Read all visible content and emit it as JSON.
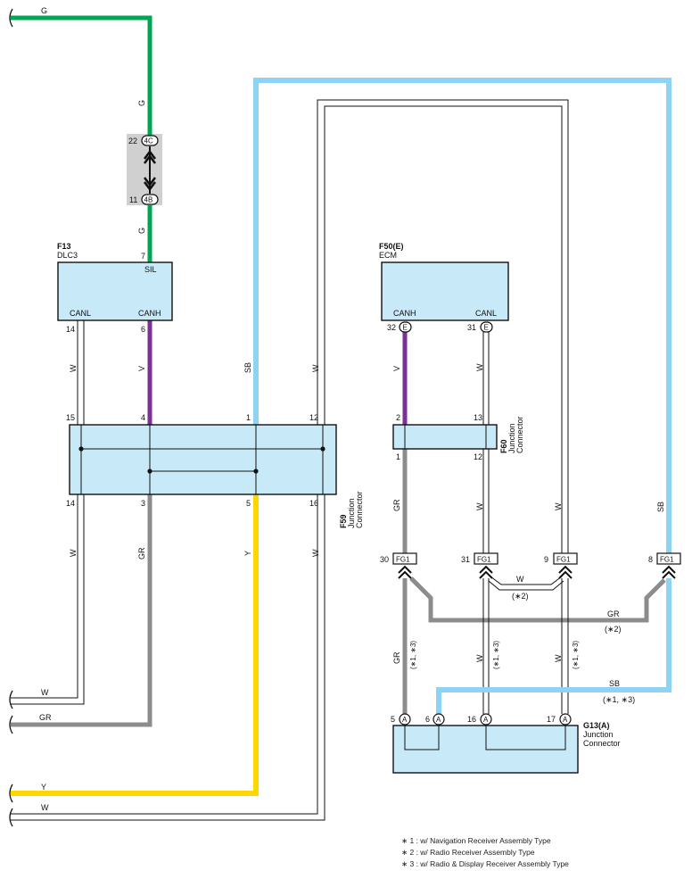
{
  "components": {
    "f13": {
      "code": "F13",
      "name": "DLC3",
      "pins": {
        "sil": "SIL",
        "canl": "CANL",
        "canh": "CANH"
      }
    },
    "f50": {
      "code": "F50(E)",
      "name": "ECM",
      "pins": {
        "canh": "CANH",
        "canl": "CANL"
      }
    },
    "f59": {
      "code": "F59",
      "name_line1": "Junction",
      "name_line2": "Connector"
    },
    "f60": {
      "code": "F60",
      "name_line1": "Junction",
      "name_line2": "Connector"
    },
    "g13": {
      "code": "G13(A)",
      "name_line1": "Junction",
      "name_line2": "Connector"
    }
  },
  "connectors": {
    "c4c": {
      "label": "4C",
      "pin": "22"
    },
    "c4b": {
      "label": "4B",
      "pin": "11"
    },
    "ecm_e": "E",
    "g13_a": "A",
    "fg1": "FG1"
  },
  "pin_numbers": {
    "f13_sil": "7",
    "f13_canl": "14",
    "f13_canh": "6",
    "f59_t15": "15",
    "f59_t4": "4",
    "f59_t1": "1",
    "f59_t12": "12",
    "f59_b14": "14",
    "f59_b3": "3",
    "f59_b5": "5",
    "f59_b16": "16",
    "f50_canh": "32",
    "f50_canl": "31",
    "f60_t2": "2",
    "f60_t13": "13",
    "f60_b1": "1",
    "f60_b12": "12",
    "fg_30": "30",
    "fg_31": "31",
    "fg_9": "9",
    "fg_8": "8",
    "g13_5": "5",
    "g13_6": "6",
    "g13_16": "16",
    "g13_17": "17"
  },
  "wire_labels": {
    "g": "G",
    "v": "V",
    "w": "W",
    "sb": "SB",
    "gr": "GR",
    "y": "Y"
  },
  "variant_tags": {
    "v2": "(∗2)",
    "v13": "(∗1, ∗3)"
  },
  "notes": [
    "∗ 1 : w/ Navigation Receiver Assembly Type",
    "∗ 2 : w/ Radio Receiver Assembly Type",
    "∗ 3 : w/ Radio & Display Receiver Assembly Type"
  ],
  "colors": {
    "green": "#00a651",
    "purple": "#7b3294",
    "sky": "#8fd3f4",
    "gray": "#8c8c8c",
    "yellow": "#ffd700",
    "box_fill": "#c8e9f7"
  }
}
